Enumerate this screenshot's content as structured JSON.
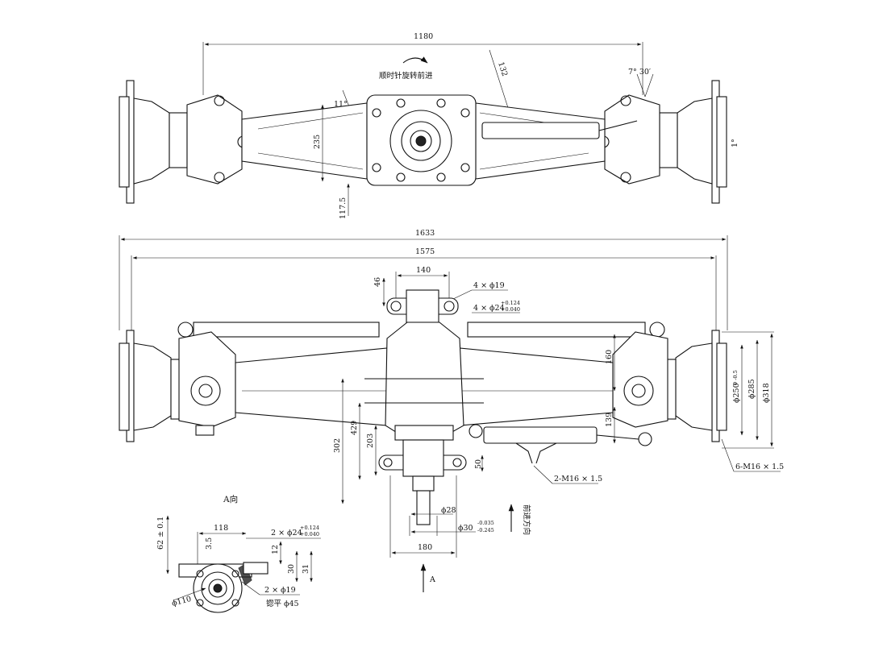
{
  "top_view": {
    "dim_overall": "1180",
    "dim_offset": "132",
    "rotation_note": "顺时针旋转前进",
    "angle_left": "11°",
    "angle_right": "7° 30′",
    "angle_tilt": "1°",
    "dim_height": "235",
    "dim_depth": "117.5"
  },
  "front_view": {
    "dim_total": "1633",
    "dim_track": "1575",
    "dim_mount_spacing": "140",
    "dim_mount_offset": "46",
    "mount_holes": "4 × ϕ19",
    "pin_holes": "4 × ϕ24",
    "pin_holes_tol_upper": "+0.124",
    "pin_holes_tol_lower": "+0.040",
    "dim_flange_height": "160",
    "dim_lower_arm": "139",
    "dim_303": "302",
    "dim_429": "429",
    "dim_203": "203",
    "dim_50": "50",
    "dim_shaft": "ϕ28",
    "dim_shaft_outer": "ϕ30",
    "shaft_tol_upper": "-0.035",
    "shaft_tol_lower": "-0.245",
    "dim_180": "180",
    "dim_hub_250": "ϕ250",
    "hub_250_tol": "0 -0.5",
    "dim_hub_285": "ϕ285",
    "dim_hub_318": "ϕ318",
    "bolt_spec": "6-M16 × 1.5",
    "hose_spec": "2-M16 × 1.5",
    "forward_label": "前进方向",
    "view_a_arrow": "A"
  },
  "view_a": {
    "title": "A向",
    "dim_62": "62 ± 0.1",
    "dim_118": "118",
    "dim_35": "3.5",
    "pin_holes": "2 × ϕ24",
    "pin_tol_upper": "+0.124",
    "pin_tol_lower": "+0.040",
    "dim_12": "12",
    "dim_30": "30",
    "dim_31": "31",
    "mount_holes": "2 × ϕ19",
    "spotface": "锪平 ϕ45",
    "dim_110": "ϕ110"
  }
}
